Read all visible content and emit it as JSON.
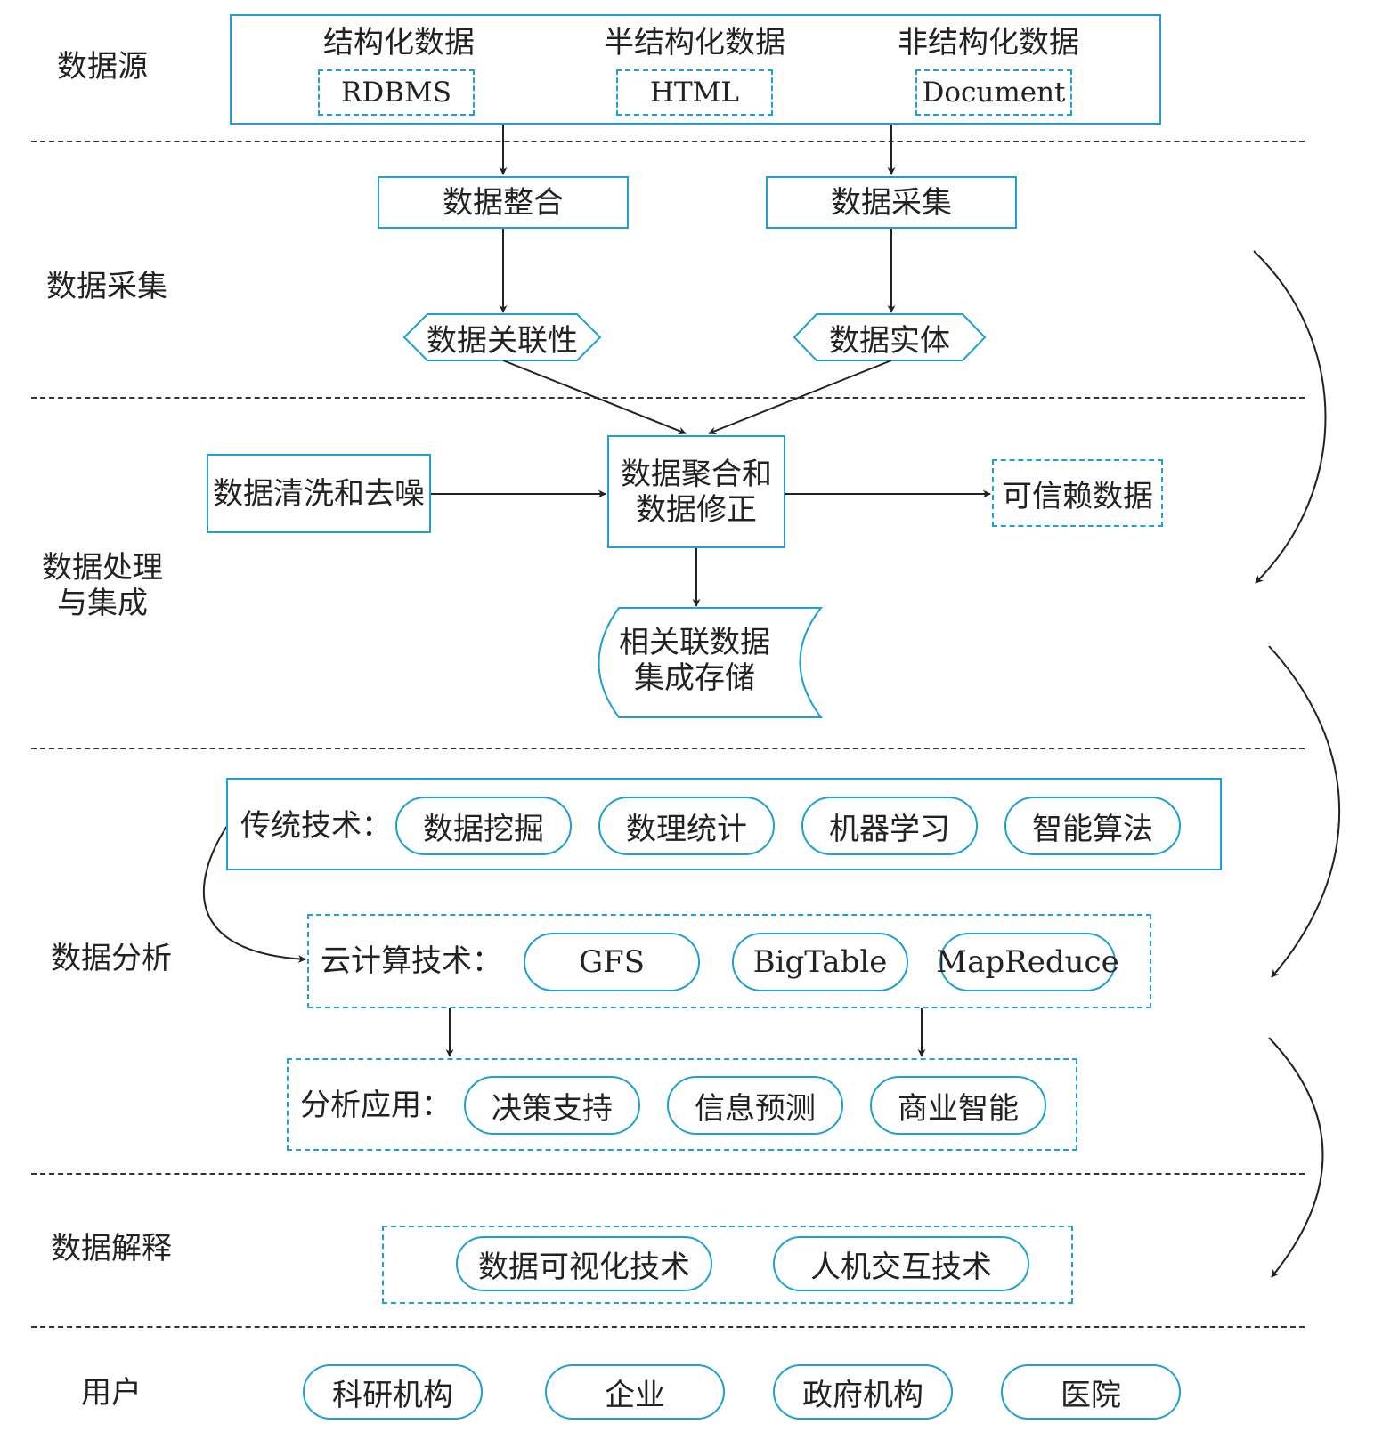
{
  "sections": {
    "source": "数据源",
    "collect": "数据采集",
    "process_line1": "数据处理",
    "process_line2": "与集成",
    "analysis": "数据分析",
    "interpret": "数据解释",
    "users": "用户"
  },
  "source": {
    "structured": "结构化数据",
    "structured_tag": "RDBMS",
    "semi": "半结构化数据",
    "semi_tag": "HTML",
    "unstructured": "非结构化数据",
    "unstructured_tag": "Document"
  },
  "collect": {
    "integrate": "数据整合",
    "acquire": "数据采集",
    "relation": "数据关联性",
    "entity": "数据实体"
  },
  "process": {
    "clean": "数据清洗和去噪",
    "aggregate_line1": "数据聚合和",
    "aggregate_line2": "数据修正",
    "trusted": "可信赖数据",
    "store_line1": "相关联数据",
    "store_line2": "集成存储"
  },
  "analysis": {
    "traditional_label": "传统技术：",
    "traditional": [
      "数据挖掘",
      "数理统计",
      "机器学习",
      "智能算法"
    ],
    "cloud_label": "云计算技术：",
    "cloud": [
      "GFS",
      "BigTable",
      "MapReduce"
    ],
    "apps_label": "分析应用：",
    "apps": [
      "决策支持",
      "信息预测",
      "商业智能"
    ]
  },
  "interpret": {
    "items": [
      "数据可视化技术",
      "人机交互技术"
    ]
  },
  "users": {
    "items": [
      "科研机构",
      "企业",
      "政府机构",
      "医院"
    ]
  },
  "colors": {
    "accent": "#1ea0d2",
    "line": "#222222"
  }
}
